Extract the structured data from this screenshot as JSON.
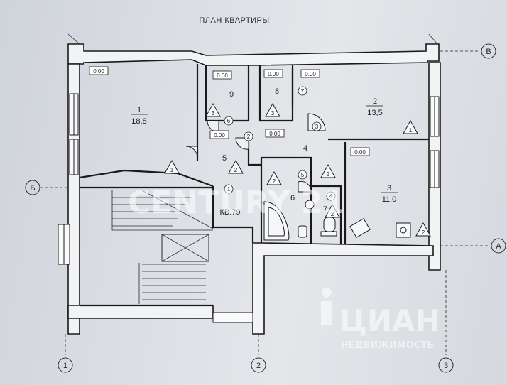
{
  "title": "ПЛАН КВАРТИРЫ",
  "apartment_label": "КВ.79",
  "axes": {
    "vertical": [
      "1",
      "2",
      "3"
    ],
    "horizontal": [
      "В",
      "Б",
      "А"
    ]
  },
  "rooms": [
    {
      "id": "room-1",
      "number": "1",
      "area": "18,8",
      "level": "0.00",
      "marker": "1"
    },
    {
      "id": "room-2",
      "number": "2",
      "area": "13,5",
      "level": "0.00",
      "marker": "1"
    },
    {
      "id": "room-3",
      "number": "3",
      "area": "11,0",
      "level": "0.00",
      "marker": "2"
    },
    {
      "id": "room-4",
      "number": "4",
      "level": "0.00",
      "marker": "2"
    },
    {
      "id": "room-5",
      "number": "5",
      "level": "0.00",
      "marker": "2"
    },
    {
      "id": "room-6",
      "number": "6",
      "marker": "2"
    },
    {
      "id": "room-7",
      "number": "7",
      "marker": "2"
    },
    {
      "id": "room-8",
      "number": "8",
      "level": "0.00",
      "marker": "3"
    },
    {
      "id": "room-9",
      "number": "9",
      "level": "0.00",
      "marker": "3"
    }
  ],
  "door_markers": [
    "1",
    "2",
    "3",
    "4",
    "5",
    "6",
    "7"
  ],
  "watermark": {
    "text": "ЦИАН",
    "sub": "НЕДВИЖИМОСТЬ",
    "faded": "CENTURY 21"
  }
}
